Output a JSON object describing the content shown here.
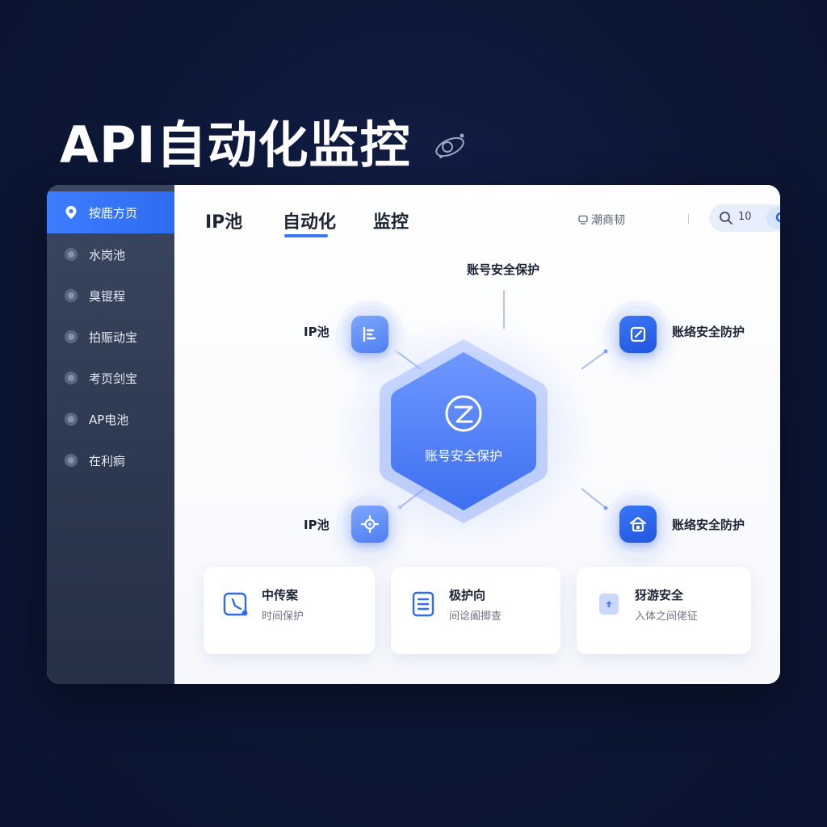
{
  "hero": {
    "title": "API自动化监控"
  },
  "sidebar": {
    "items": [
      {
        "label": "按鹿方页",
        "active": true
      },
      {
        "label": "水岗池"
      },
      {
        "label": "臭锟程"
      },
      {
        "label": "拍赈动宝"
      },
      {
        "label": "考页剑宝"
      },
      {
        "label": "AP电池"
      },
      {
        "label": "在利痾"
      }
    ]
  },
  "tabs": [
    {
      "label": "IP池"
    },
    {
      "label": "自动化",
      "active": true
    },
    {
      "label": "监控"
    }
  ],
  "topbar": {
    "link_label": "潮商韧",
    "search_value": "10"
  },
  "diagram": {
    "top_label": "账号安全保护",
    "center_label": "账号安全保护",
    "nodes": [
      {
        "label": "IP池",
        "icon": "list-icon"
      },
      {
        "label": "账络安全防护",
        "icon": "edit-square-icon"
      },
      {
        "label": "IP池",
        "icon": "settings-gear-icon"
      },
      {
        "label": "账络安全防护",
        "icon": "house-lock-icon"
      }
    ]
  },
  "cards": [
    {
      "title": "中传案",
      "subtitle": "时间保护",
      "icon": "clock-icon"
    },
    {
      "title": "极护向",
      "subtitle": "间谂阖揤查",
      "icon": "document-icon"
    },
    {
      "title": "犽游安全",
      "subtitle": "入体之间佬征",
      "icon": "shield-card-icon"
    }
  ],
  "colors": {
    "accent": "#3b78f5",
    "background": "#0c1736",
    "sidebar": "#2f3b52"
  }
}
